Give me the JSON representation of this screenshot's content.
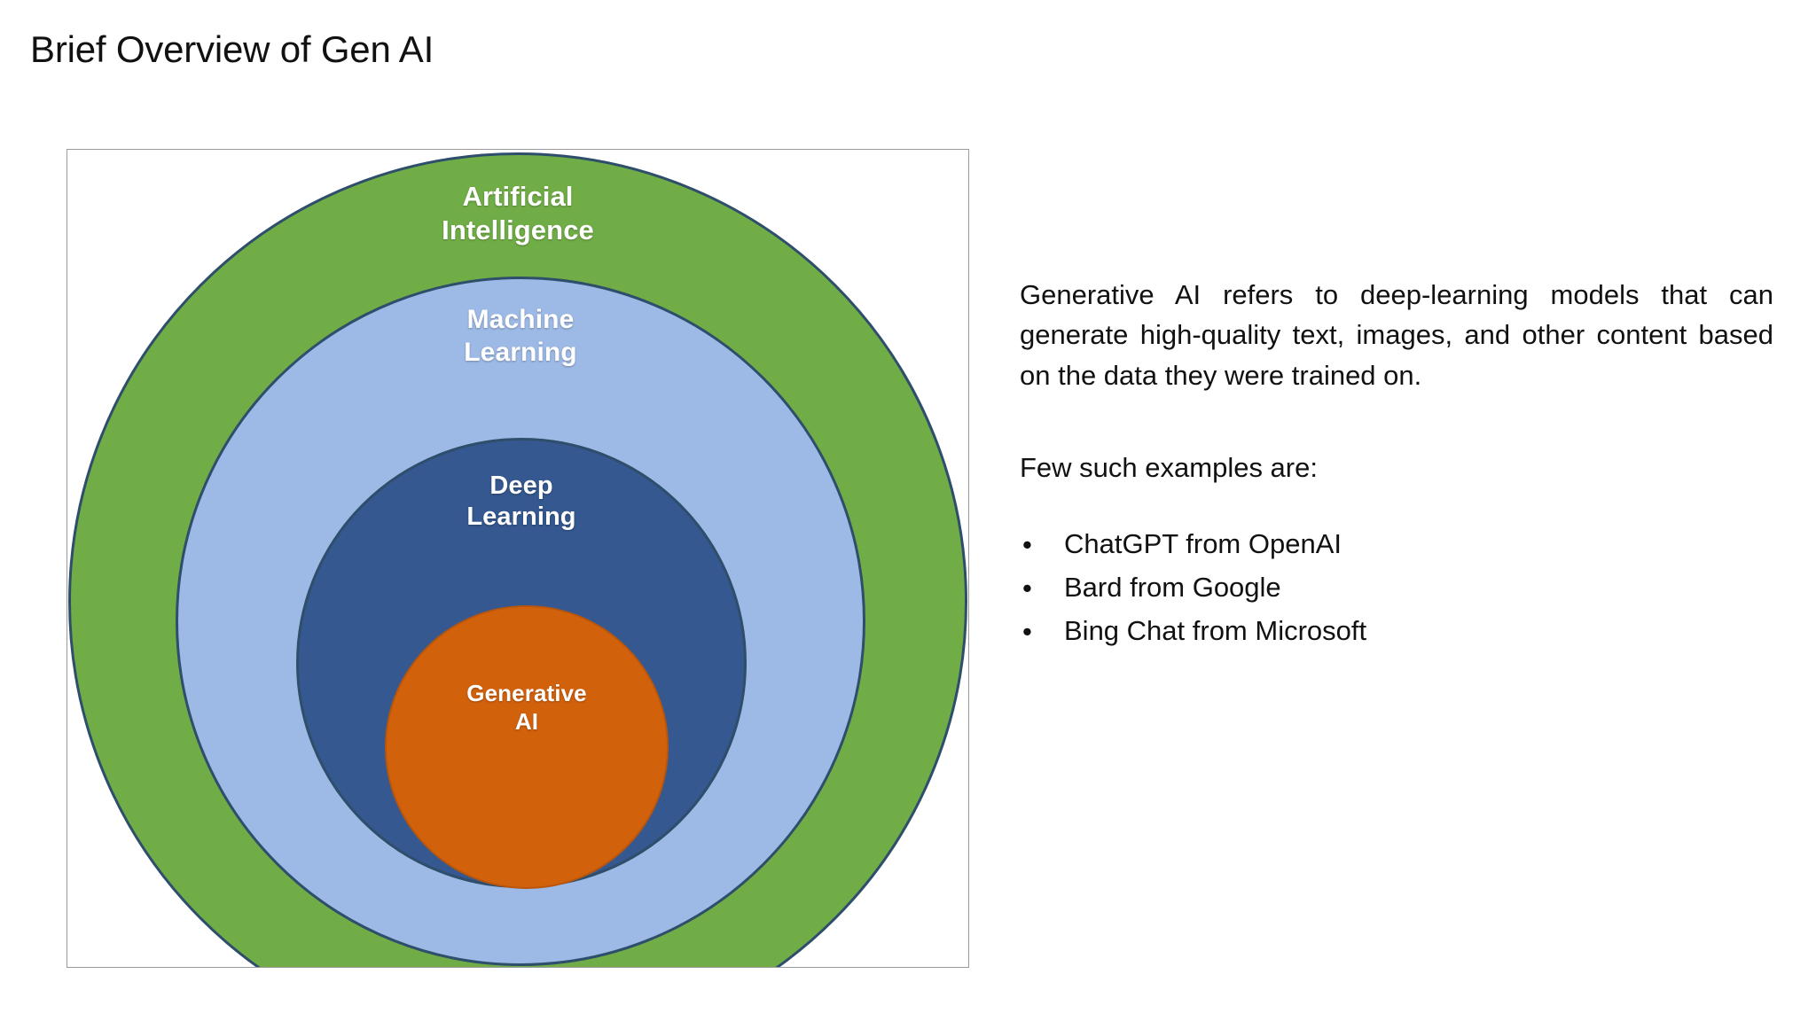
{
  "slide": {
    "title": "Brief Overview of Gen AI",
    "background_color": "#ffffff"
  },
  "diagram": {
    "type": "concentric-venn",
    "frame_border_color": "#9a9a9a",
    "outline_color": "#2E4E6B",
    "rings": [
      {
        "id": "artificial-intelligence",
        "label_line1": "Artificial",
        "label_line2": "Intelligence",
        "fill_color": "#70AD47",
        "text_color": "#ffffff",
        "level": 1
      },
      {
        "id": "machine-learning",
        "label_line1": "Machine",
        "label_line2": "Learning",
        "fill_color": "#9DB9E5",
        "text_color": "#ffffff",
        "level": 2
      },
      {
        "id": "deep-learning",
        "label_line1": "Deep",
        "label_line2": "Learning",
        "fill_color": "#34588F",
        "text_color": "#ffffff",
        "level": 3
      },
      {
        "id": "generative-ai",
        "label_line1": "Generative",
        "label_line2": "AI",
        "fill_color": "#D2610C",
        "text_color": "#ffffff",
        "level": 4
      }
    ]
  },
  "content": {
    "intro_paragraph": "Generative AI refers to deep-learning models that can generate high-quality text, images, and other content based on the data they were trained on.",
    "examples_lead": "Few such examples are:",
    "bullet_glyph": "•",
    "examples": [
      "ChatGPT from OpenAI",
      "Bard from Google",
      "Bing Chat from Microsoft"
    ]
  }
}
